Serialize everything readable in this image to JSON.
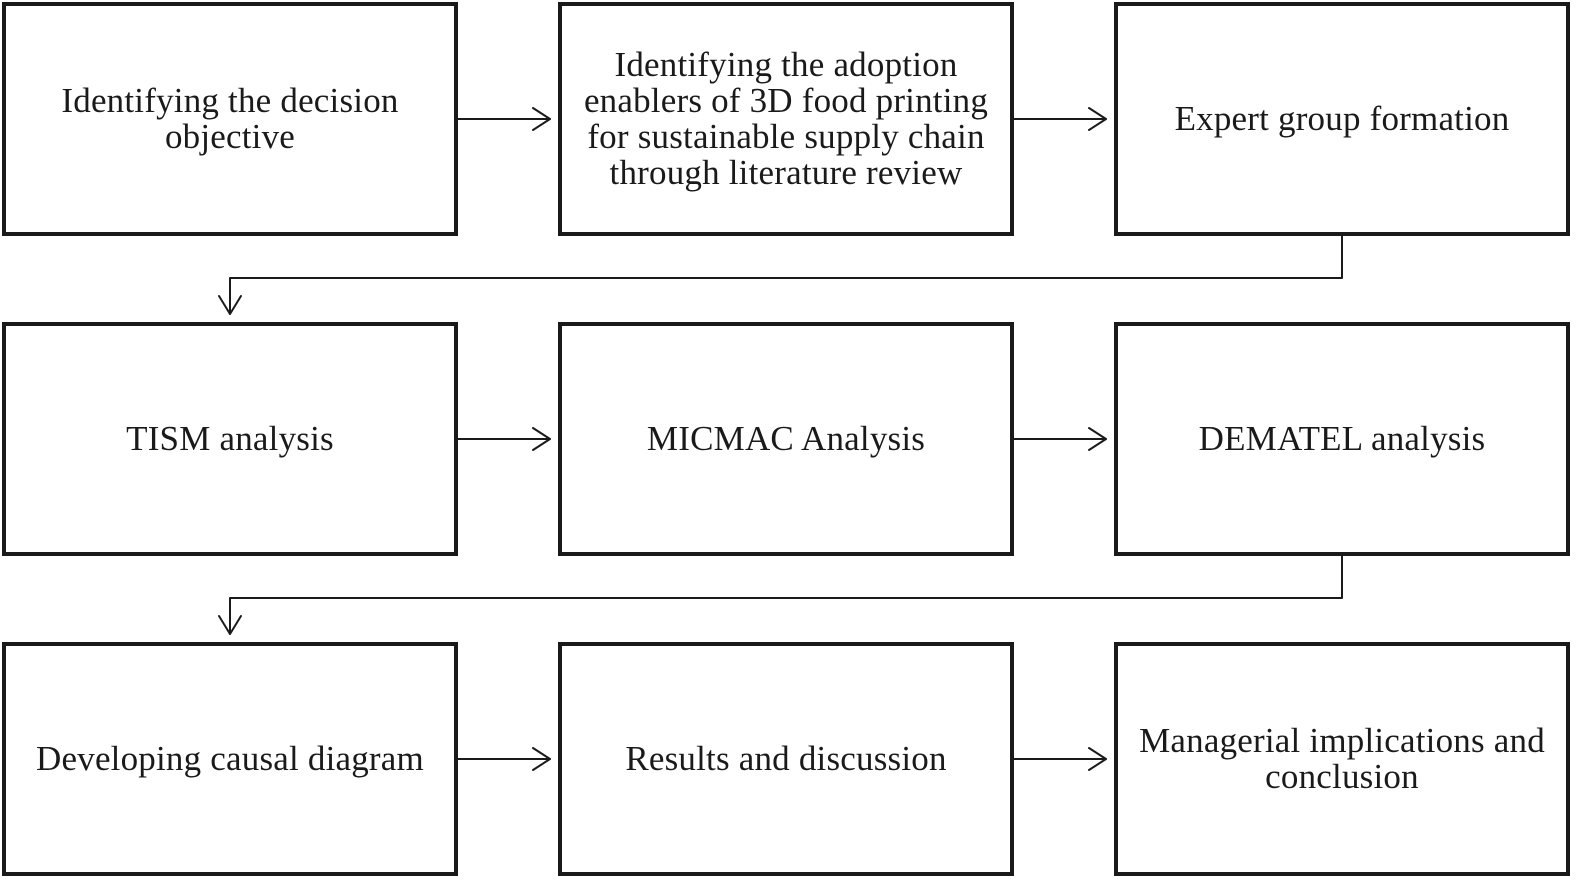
{
  "steps": [
    {
      "id": "step-1",
      "label": "Identifying the decision objective"
    },
    {
      "id": "step-2",
      "label": "Identifying the adoption enablers of 3D food printing for sustainable supply chain through literature review"
    },
    {
      "id": "step-3",
      "label": "Expert group formation"
    },
    {
      "id": "step-4",
      "label": "TISM analysis"
    },
    {
      "id": "step-5",
      "label": "MICMAC Analysis"
    },
    {
      "id": "step-6",
      "label": "DEMATEL analysis"
    },
    {
      "id": "step-7",
      "label": "Developing causal diagram"
    },
    {
      "id": "step-8",
      "label": "Results and discussion"
    },
    {
      "id": "step-9",
      "label": "Managerial implications and conclusion"
    }
  ],
  "flow": [
    [
      "step-1",
      "step-2"
    ],
    [
      "step-2",
      "step-3"
    ],
    [
      "step-3",
      "step-4"
    ],
    [
      "step-4",
      "step-5"
    ],
    [
      "step-5",
      "step-6"
    ],
    [
      "step-6",
      "step-7"
    ],
    [
      "step-7",
      "step-8"
    ],
    [
      "step-8",
      "step-9"
    ]
  ],
  "colors": {
    "stroke": "#1a1a1a",
    "background": "#ffffff"
  }
}
